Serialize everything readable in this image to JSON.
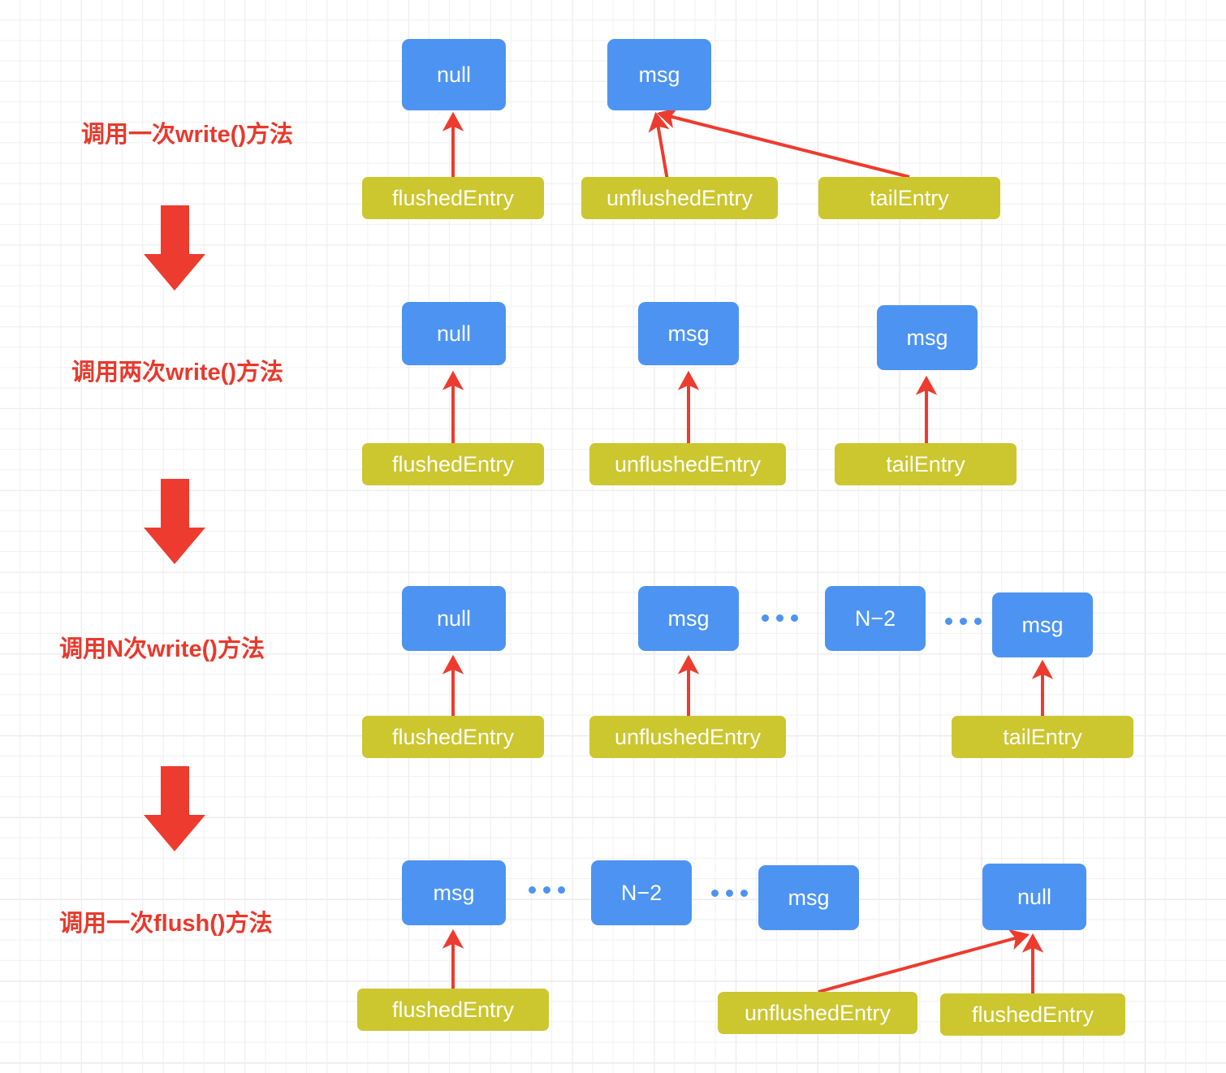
{
  "diagram": {
    "title": "Netty ChannelOutboundBuffer write/flush pointer states",
    "colors": {
      "msg_box": "#4d94f2",
      "pointer_box": "#ccc62f",
      "arrow": "#ed3b2f",
      "label_text": "#e8392c",
      "grid_line": "#e3e3e3",
      "background": "#ffffff"
    },
    "stages": [
      {
        "id": "stage-write-once",
        "label": "调用一次write()方法",
        "msg_boxes": [
          {
            "text": "null"
          },
          {
            "text": "msg"
          }
        ],
        "pointer_boxes": [
          {
            "text": "flushedEntry"
          },
          {
            "text": "unflushedEntry"
          },
          {
            "text": "tailEntry"
          }
        ]
      },
      {
        "id": "stage-write-twice",
        "label": "调用两次write()方法",
        "msg_boxes": [
          {
            "text": "null"
          },
          {
            "text": "msg"
          },
          {
            "text": "msg"
          }
        ],
        "pointer_boxes": [
          {
            "text": "flushedEntry"
          },
          {
            "text": "unflushedEntry"
          },
          {
            "text": "tailEntry"
          }
        ]
      },
      {
        "id": "stage-write-n",
        "label": "调用N次write()方法",
        "msg_boxes": [
          {
            "text": "null"
          },
          {
            "text": "msg"
          },
          {
            "text": "N−2"
          },
          {
            "text": "msg"
          }
        ],
        "pointer_boxes": [
          {
            "text": "flushedEntry"
          },
          {
            "text": "unflushedEntry"
          },
          {
            "text": "tailEntry"
          }
        ],
        "ellipses": 2
      },
      {
        "id": "stage-flush-once",
        "label": "调用一次flush()方法",
        "msg_boxes": [
          {
            "text": "msg"
          },
          {
            "text": "N−2"
          },
          {
            "text": "msg"
          },
          {
            "text": "null"
          }
        ],
        "pointer_boxes": [
          {
            "text": "flushedEntry"
          },
          {
            "text": "unflushedEntry"
          },
          {
            "text": "flushedEntry"
          }
        ],
        "ellipses": 2
      }
    ],
    "transition_arrows": [
      {
        "name": "down-arrow-1",
        "direction": "down"
      },
      {
        "name": "down-arrow-2",
        "direction": "down"
      },
      {
        "name": "down-arrow-3",
        "direction": "down"
      }
    ]
  }
}
